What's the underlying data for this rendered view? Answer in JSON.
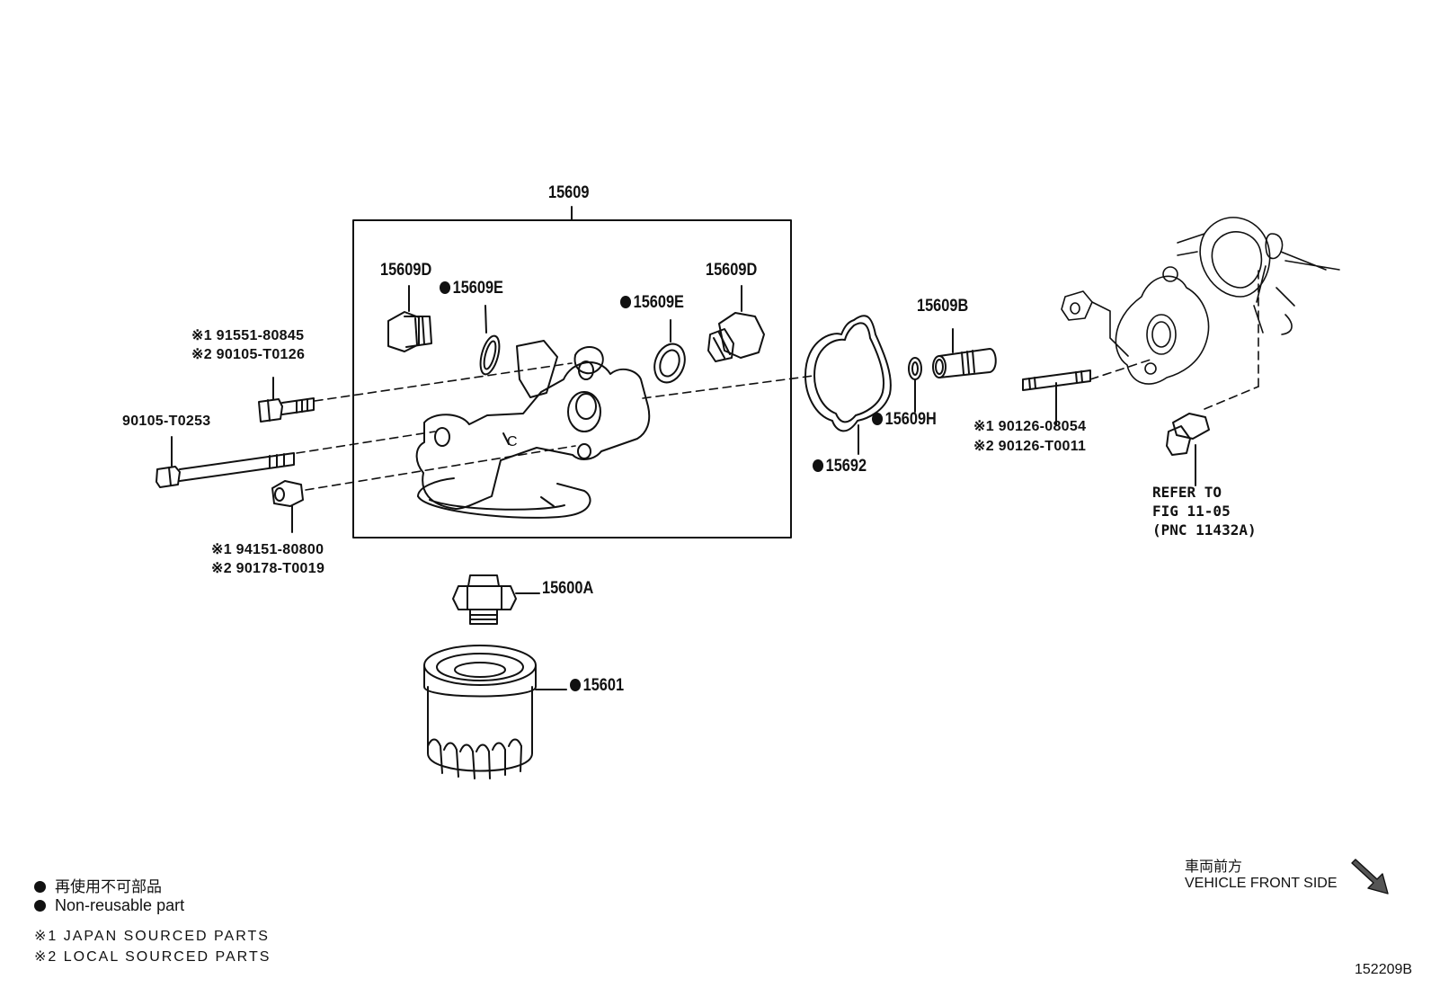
{
  "labels": {
    "assembly": "15609",
    "plug_left": "15609D",
    "plug_right": "15609D",
    "gasket_left": "15609E",
    "gasket_right": "15609E",
    "pipe": "15609B",
    "oring_small": "15609H",
    "gasket_main": "15692",
    "union": "15600A",
    "filter": "15601"
  },
  "part_numbers": {
    "bolt_upper_1": "※1 91551-80845",
    "bolt_upper_2": "※2 90105-T0126",
    "bolt_long": "90105-T0253",
    "nut_1": "※1 94151-80800",
    "nut_2": "※2 90178-T0019",
    "stud_1": "※1 90126-08054",
    "stud_2": "※2 90126-T0011"
  },
  "refer": {
    "line1": "REFER TO",
    "line2": "FIG 11-05",
    "line3": "(PNC 11432A)"
  },
  "legend": {
    "non_reusable_jp": "再使用不可部品",
    "non_reusable_en": "Non-reusable part",
    "japan": "※1 JAPAN SOURCED PARTS",
    "local": "※2 LOCAL SOURCED PARTS"
  },
  "front": {
    "jp": "車両前方",
    "en": "VEHICLE FRONT SIDE"
  },
  "figure_number": "152209B"
}
